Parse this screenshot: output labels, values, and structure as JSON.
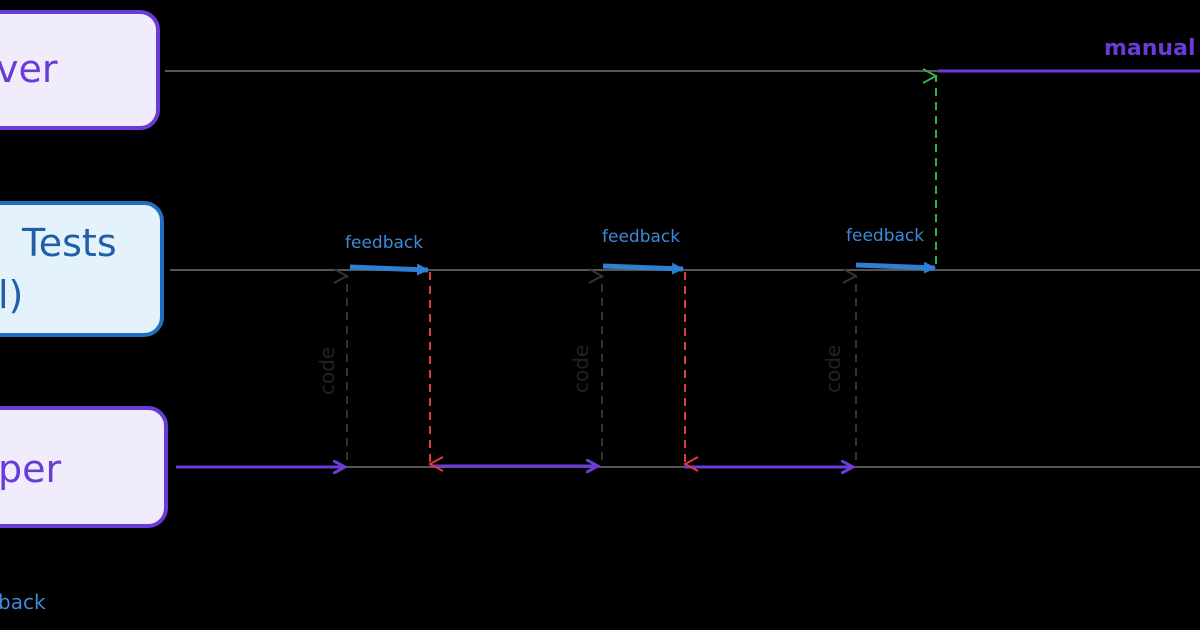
{
  "lanes": {
    "top": {
      "label": "ver"
    },
    "middle": {
      "label_line1": "Tests",
      "label_line2": "l)"
    },
    "bottom": {
      "label": "per"
    }
  },
  "arrows": {
    "feedback_label": "feedback",
    "code_label": "code"
  },
  "manual_label": "manual",
  "footer_label": "back",
  "colors": {
    "background": "#000000",
    "purple": "#6a3bd6",
    "blue": "#2f7fd2",
    "red": "#e03a3a",
    "green": "#35b04f",
    "line": "#555555"
  }
}
